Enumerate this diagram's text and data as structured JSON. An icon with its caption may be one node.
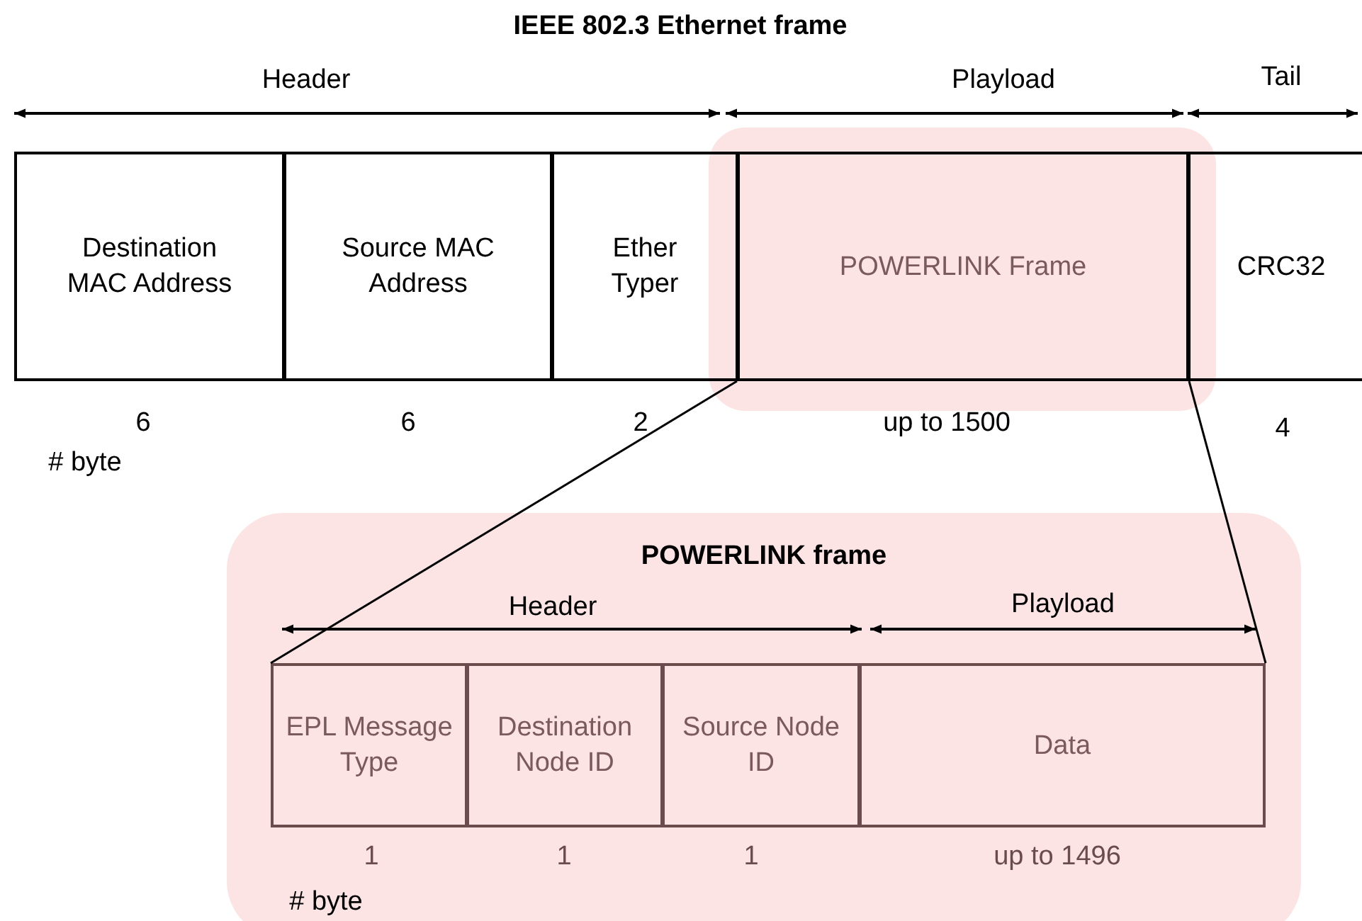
{
  "diagram": {
    "title": "IEEE 802.3 Ethernet frame",
    "nodes": [
      {
        "text": [
          "Destination MAC Address"
        ]
      },
      {
        "text": [
          "Source MAC Address"
        ]
      },
      {
        "text": [
          "Ether Typer"
        ]
      },
      {
        "text": [
          "POWERLINK Frame"
        ]
      },
      {
        "text": [
          "CRC32"
        ]
      },
      {
        "text": [
          "POWERLINK frame"
        ]
      },
      {
        "text": [
          "EPL Message Type"
        ],
        "in": 5
      },
      {
        "text": [
          "Destination Node ID"
        ],
        "in": 5
      },
      {
        "text": [
          "Source Node ID"
        ],
        "in": 5
      },
      {
        "text": [
          "Data"
        ],
        "in": 5
      }
    ],
    "edges": [
      {
        "from": 3,
        "to": 6,
        "arrow": "none"
      },
      {
        "from": 3,
        "to": 9,
        "arrow": "none"
      }
    ],
    "labels": [
      "Header",
      "Playload",
      "Tail",
      "6",
      "6",
      "2",
      "up to 1500",
      "4",
      "# byte",
      "Header",
      "Playload",
      "1",
      "1",
      "1",
      "up to 1496",
      "# byte"
    ]
  }
}
